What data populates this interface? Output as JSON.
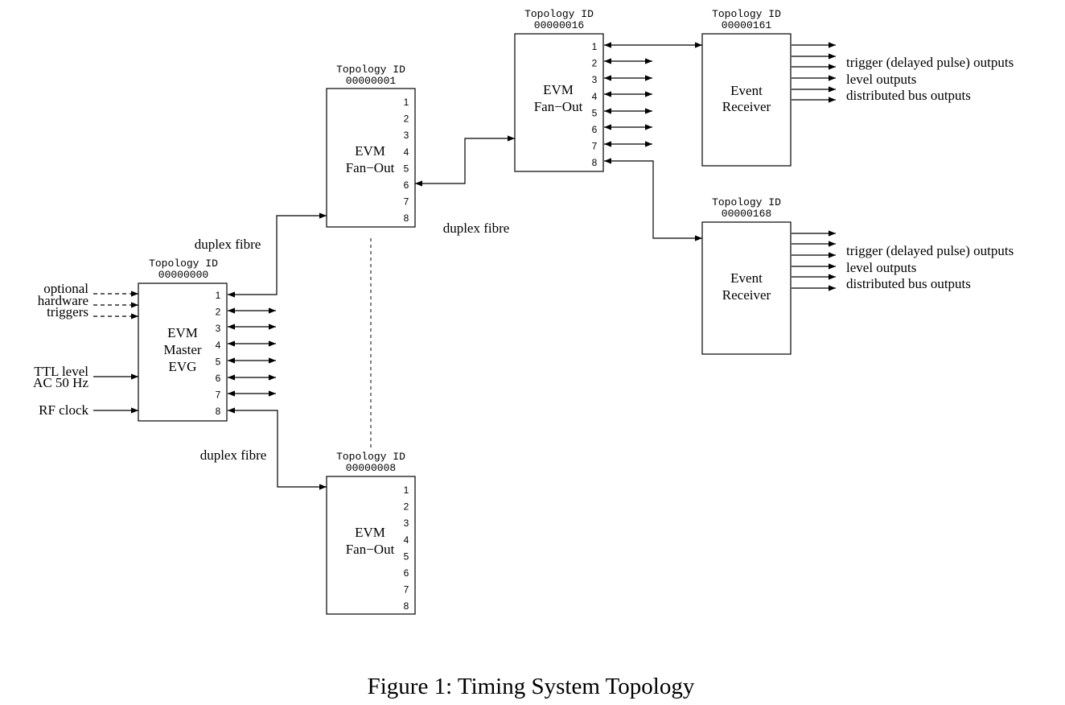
{
  "nodes": {
    "master": {
      "topology_label": "Topology ID",
      "topology_id": "00000000",
      "lines": [
        "EVM",
        "Master",
        "EVG"
      ],
      "ports": [
        "1",
        "2",
        "3",
        "4",
        "5",
        "6",
        "7",
        "8"
      ]
    },
    "fanout_1": {
      "topology_label": "Topology ID",
      "topology_id": "00000001",
      "lines": [
        "EVM",
        "Fan−Out"
      ],
      "ports": [
        "1",
        "2",
        "3",
        "4",
        "5",
        "6",
        "7",
        "8"
      ]
    },
    "fanout_8": {
      "topology_label": "Topology ID",
      "topology_id": "00000008",
      "lines": [
        "EVM",
        "Fan−Out"
      ],
      "ports": [
        "1",
        "2",
        "3",
        "4",
        "5",
        "6",
        "7",
        "8"
      ]
    },
    "fanout_16": {
      "topology_label": "Topology ID",
      "topology_id": "00000016",
      "lines": [
        "EVM",
        "Fan−Out"
      ],
      "ports": [
        "1",
        "2",
        "3",
        "4",
        "5",
        "6",
        "7",
        "8"
      ]
    },
    "receiver_161": {
      "topology_label": "Topology ID",
      "topology_id": "00000161",
      "lines": [
        "Event",
        "Receiver"
      ]
    },
    "receiver_168": {
      "topology_label": "Topology ID",
      "topology_id": "00000168",
      "lines": [
        "Event",
        "Receiver"
      ]
    }
  },
  "inputs": {
    "optional_triggers": [
      "optional",
      "hardware",
      "triggers"
    ],
    "ttl_level": [
      "TTL level",
      "AC 50 Hz"
    ],
    "rf_clock": "RF clock"
  },
  "links": {
    "fibre_upper": "duplex fibre",
    "fibre_lower": "duplex fibre",
    "fibre_middle": "duplex fibre"
  },
  "receiver_outputs": {
    "r161": [
      "trigger (delayed pulse) outputs",
      "level outputs",
      "distributed bus outputs"
    ],
    "r168": [
      "trigger (delayed pulse) outputs",
      "level outputs",
      "distributed bus outputs"
    ]
  },
  "caption": "Figure 1: Timing System Topology"
}
